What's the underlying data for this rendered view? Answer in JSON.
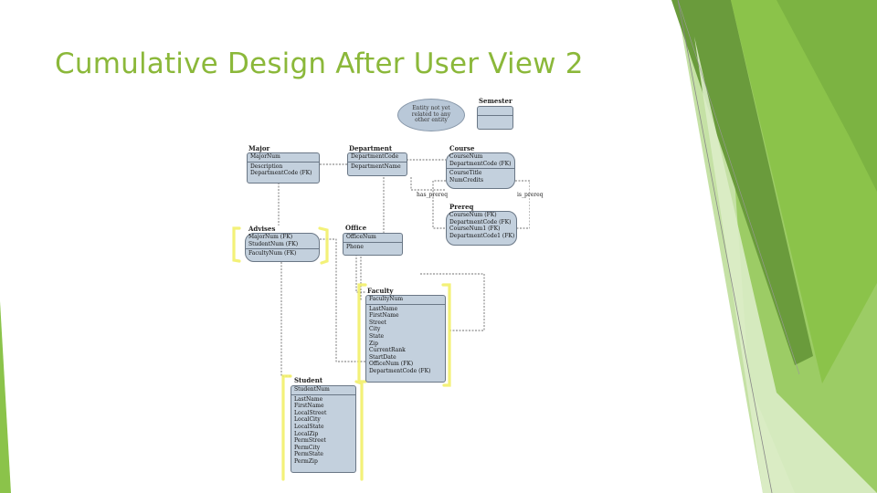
{
  "slide": {
    "title": "Cumulative Design After User View 2",
    "accent_color": "#8bb83a"
  },
  "diagram": {
    "note": [
      "Entity not yet",
      "related to any",
      "other entity"
    ],
    "relationships": {
      "has_prereq": "has_prereq",
      "is_prereq": "is_prereq"
    },
    "entities": {
      "semester": {
        "title": "Semester",
        "rows": []
      },
      "major": {
        "title": "Major",
        "rows": [
          "MajorNum",
          "Description",
          "DepartmentCode (FK)"
        ]
      },
      "department": {
        "title": "Department",
        "rows": [
          "DepartmentCode",
          "DepartmentName"
        ]
      },
      "course": {
        "title": "Course",
        "rows": [
          "CourseNum",
          "DepartmentCode (FK)",
          "CourseTitle",
          "NumCredits"
        ]
      },
      "prereq": {
        "title": "Prereq",
        "rows": [
          "CourseNum (FK)",
          "DepartmentCode (FK)",
          "CourseNum1 (FK)",
          "DepartmentCode1 (FK)"
        ]
      },
      "advises": {
        "title": "Advises",
        "rows": [
          "MajorNum (FK)",
          "StudentNum (FK)",
          "FacultyNum (FK)"
        ]
      },
      "office": {
        "title": "Office",
        "rows": [
          "OfficeNum",
          "Phone"
        ]
      },
      "faculty": {
        "title": "Faculty",
        "rows": [
          "FacultyNum",
          "LastName",
          "FirstName",
          "Street",
          "City",
          "State",
          "Zip",
          "CurrentRank",
          "StartDate",
          "OfficeNum (FK)",
          "DepartmentCode (FK)"
        ]
      },
      "student": {
        "title": "Student",
        "rows": [
          "StudentNum",
          "LastName",
          "FirstName",
          "LocalStreet",
          "LocalCity",
          "LocalState",
          "LocalZip",
          "PermStreet",
          "PermCity",
          "PermState",
          "PermZip"
        ]
      }
    }
  }
}
